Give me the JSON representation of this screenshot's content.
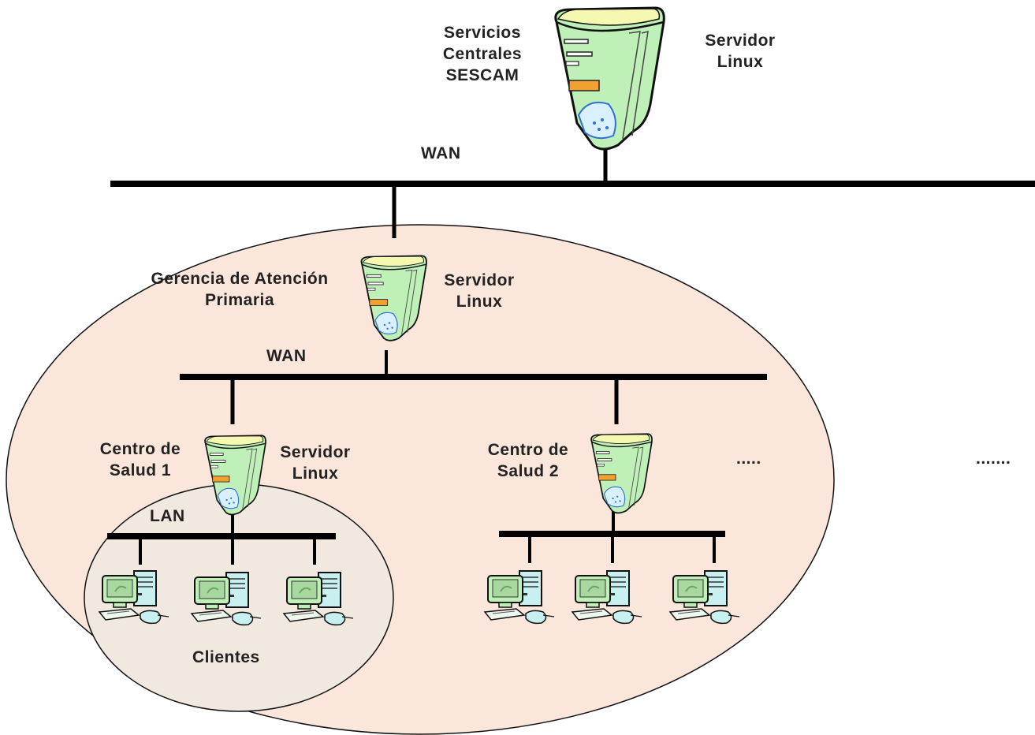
{
  "central": {
    "label_lines": [
      "Servicios",
      "Centrales",
      "SESCAM"
    ],
    "server_lines": [
      "Servidor",
      "Linux"
    ]
  },
  "wan_top": "WAN",
  "gerencia": {
    "label_lines": [
      "Gerencia de Atención",
      "Primaria"
    ],
    "server_lines": [
      "Servidor",
      "Linux"
    ]
  },
  "wan_mid": "WAN",
  "centro1": {
    "label_lines": [
      "Centro de",
      "Salud 1"
    ],
    "server_lines": [
      "Servidor",
      "Linux"
    ],
    "lan": "LAN",
    "clients": "Clientes"
  },
  "centro2": {
    "label_lines": [
      "Centro de",
      "Salud 2"
    ]
  },
  "ellipsis_short": ".....",
  "ellipsis_long": "......."
}
